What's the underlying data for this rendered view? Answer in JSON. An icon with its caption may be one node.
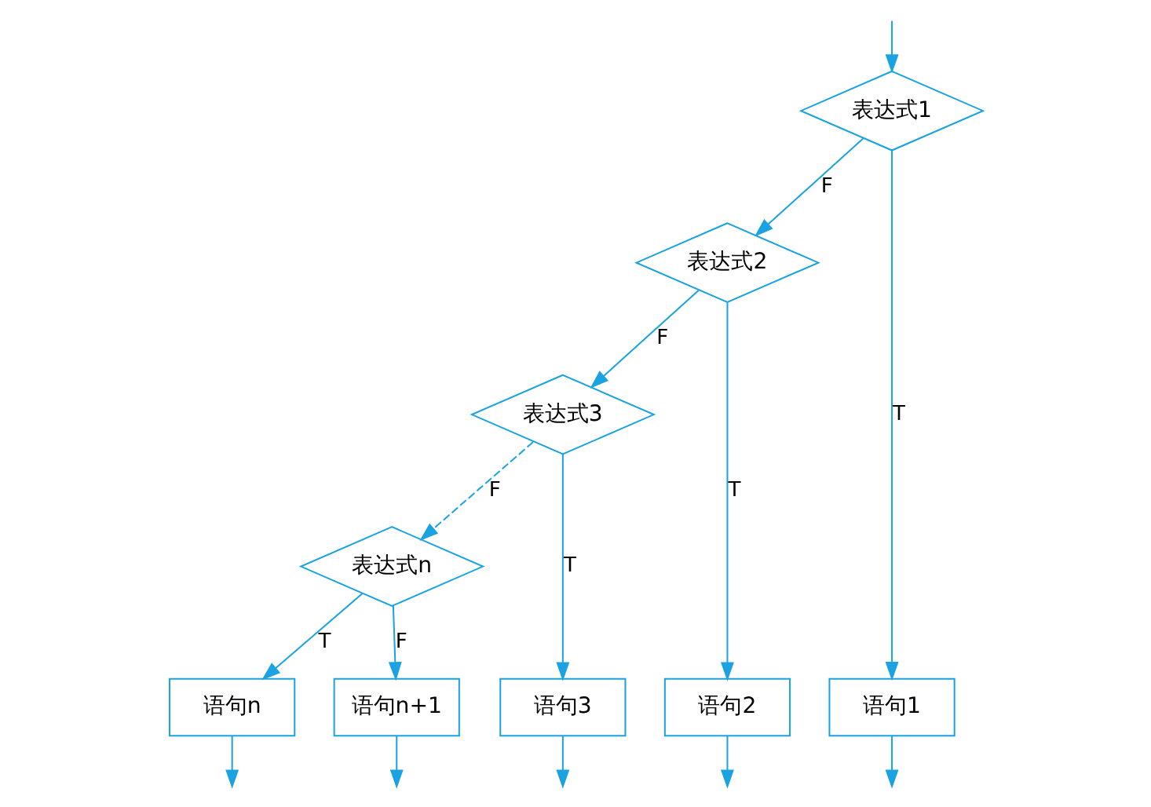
{
  "diagram": {
    "nodes": [
      {
        "text": [
          "表达式1"
        ]
      },
      {
        "text": [
          "表达式2"
        ]
      },
      {
        "text": [
          "表达式3"
        ]
      },
      {
        "text": [
          "表达式n"
        ]
      },
      {
        "text": [
          "语句1"
        ]
      },
      {
        "text": [
          "语句2"
        ]
      },
      {
        "text": [
          "语句3"
        ]
      },
      {
        "text": [
          "语句n"
        ]
      },
      {
        "text": [
          "语句n+1"
        ]
      }
    ],
    "edges": [
      {
        "from": null,
        "to": 0,
        "arrow": "to"
      },
      {
        "from": 0,
        "to": 1,
        "arrow": "to",
        "label": "F"
      },
      {
        "from": 0,
        "to": 4,
        "arrow": "to",
        "label": "T"
      },
      {
        "from": 1,
        "to": 2,
        "arrow": "to",
        "label": "F"
      },
      {
        "from": 1,
        "to": 5,
        "arrow": "to",
        "label": "T"
      },
      {
        "from": 2,
        "to": 3,
        "arrow": "to",
        "label": "F",
        "style": "dashed"
      },
      {
        "from": 2,
        "to": 6,
        "arrow": "to",
        "label": "T"
      },
      {
        "from": 3,
        "to": 7,
        "arrow": "to",
        "label": "T"
      },
      {
        "from": 3,
        "to": 8,
        "arrow": "to",
        "label": "F"
      },
      {
        "from": 4,
        "to": null,
        "arrow": "to"
      },
      {
        "from": 5,
        "to": null,
        "arrow": "to"
      },
      {
        "from": 6,
        "to": null,
        "arrow": "to"
      },
      {
        "from": 7,
        "to": null,
        "arrow": "to"
      },
      {
        "from": 8,
        "to": null,
        "arrow": "to"
      }
    ]
  }
}
